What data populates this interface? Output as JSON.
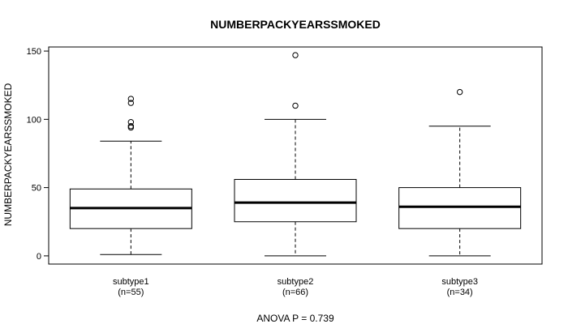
{
  "chart_data": {
    "type": "boxplot",
    "title": "NUMBERPACKYEARSSMOKED",
    "ylabel": "NUMBERPACKYEARSSMOKED",
    "xlabel": "",
    "ylim": [
      -6,
      153
    ],
    "yticks": [
      0,
      50,
      100,
      150
    ],
    "footer": "ANOVA P = 0.739",
    "groups": [
      {
        "label": "subtype1",
        "n_label": "(n=55)",
        "min": 1,
        "q1": 20,
        "median": 35,
        "q3": 49,
        "max": 84,
        "outliers": [
          94,
          95,
          98,
          112,
          115
        ]
      },
      {
        "label": "subtype2",
        "n_label": "(n=66)",
        "min": 0,
        "q1": 25,
        "median": 39,
        "q3": 56,
        "max": 100,
        "outliers": [
          110,
          147
        ]
      },
      {
        "label": "subtype3",
        "n_label": "(n=34)",
        "min": 0,
        "q1": 20,
        "median": 36,
        "q3": 50,
        "max": 95,
        "outliers": [
          120
        ]
      }
    ]
  }
}
